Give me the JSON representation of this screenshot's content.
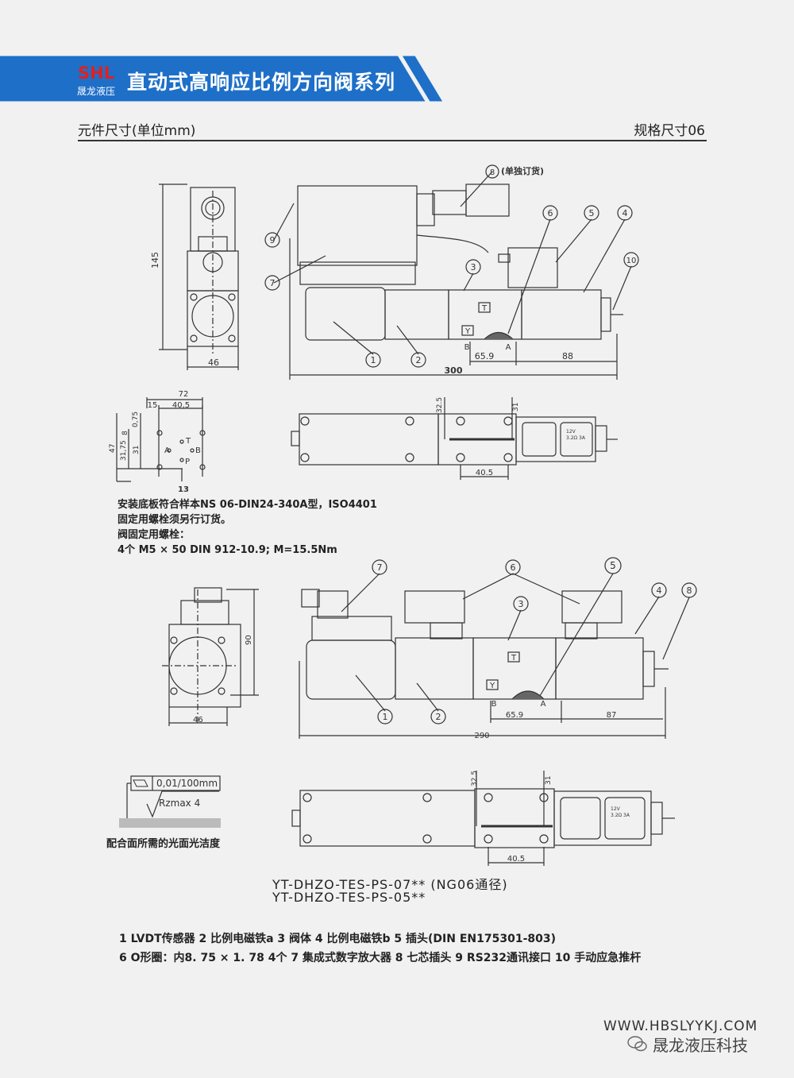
{
  "header": {
    "logo_text": "SHL",
    "brand_name": "晟龙液压",
    "title": "直动式高响应比例方向阀系列"
  },
  "section": {
    "left_title": "元件尺寸(单位mm)",
    "right_title": "规格尺寸06"
  },
  "drawing1": {
    "callout_8_note": "(单独订货)",
    "callouts": [
      "1",
      "2",
      "3",
      "4",
      "5",
      "6",
      "7",
      "8",
      "9",
      "10"
    ],
    "dim_145": "145",
    "dim_46": "46",
    "dim_65_9": "65.9",
    "dim_88": "88",
    "dim_300": "300",
    "port_T": "T",
    "port_Y": "Y",
    "port_B": "B",
    "port_A": "A"
  },
  "mounting": {
    "dim_72": "72",
    "dim_40_5": "40,5",
    "dim_15": "15",
    "dim_0_75": "0,75",
    "dim_8": "8",
    "dim_31_75": "31,75",
    "dim_31": "31",
    "dim_47": "47",
    "dim_13": "13",
    "label_T": "T",
    "label_A": "A",
    "label_B": "B",
    "label_P": "P"
  },
  "top_view1": {
    "dim_32_5": "32.5",
    "dim_31": "31",
    "dim_40_5": "40.5",
    "label_line1": "12V",
    "label_line2": "3.2Ω  3A"
  },
  "notes": [
    "安装底板符合样本NS 06-DIN24-340A型，ISO4401",
    "固定用螺栓须另行订货。",
    "阀固定用螺栓：",
    "4个 M5 × 50 DIN 912-10.9; M=15.5Nm"
  ],
  "drawing2": {
    "dim_90": "90",
    "dim_46": "46",
    "dim_65_9": "65.9",
    "dim_87": "87",
    "dim_290": "290",
    "port_T": "T",
    "port_Y": "Y",
    "port_B": "B",
    "port_A": "A"
  },
  "surface": {
    "flatness": "0,01/100mm",
    "roughness": "Rzmax 4",
    "caption": "配合面所需的光面光洁度"
  },
  "top_view2": {
    "dim_32_5": "32.5",
    "dim_31": "31",
    "dim_40_5": "40.5",
    "label_line1": "12V",
    "label_line2": "3.2Ω  3A"
  },
  "models": [
    "YT-DHZO-TES-PS-07** (NG06通径)",
    "YT-DHZO-TES-PS-05**"
  ],
  "legend": {
    "line1": "1 LVDT传感器   2 比例电磁铁a   3 阀体   4 比例电磁铁b   5 插头(DIN EN175301-803)",
    "line2": "6 O形圈：内8. 75 × 1. 78   4个   7 集成式数字放大器   8 七芯插头   9 RS232通讯接口   10 手动应急推杆"
  },
  "footer": {
    "website": "WWW.HBSLYYKJ.COM",
    "wechat": "晟龙液压科技"
  },
  "colors": {
    "banner_blue": "#1e6fc8",
    "logo_red": "#e02020",
    "line": "#333333",
    "background": "#f1f1f1"
  }
}
